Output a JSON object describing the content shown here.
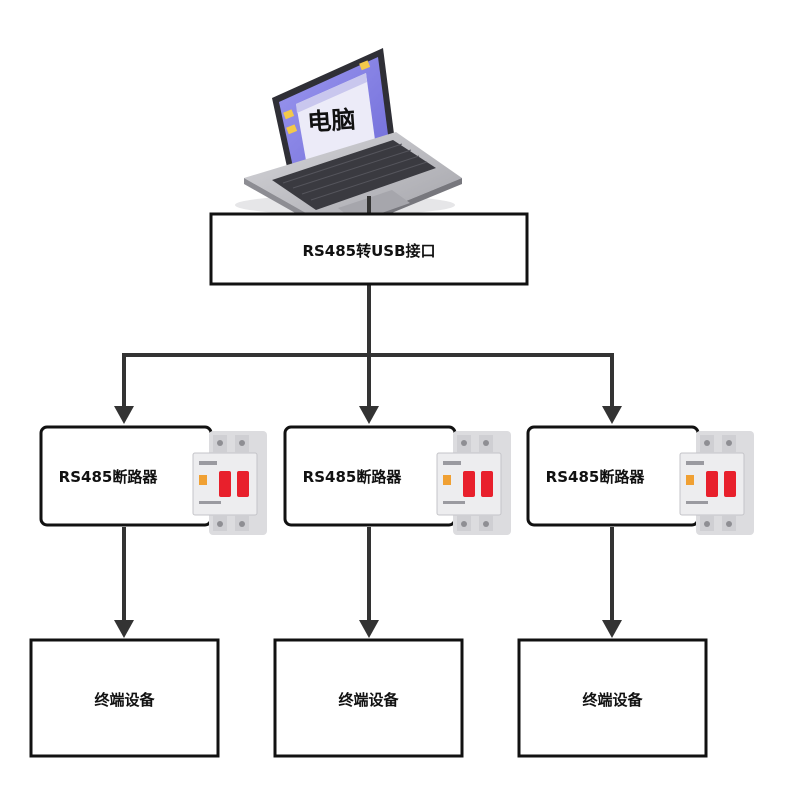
{
  "computer": {
    "label": "电脑",
    "icon": "laptop-icon"
  },
  "interface": {
    "label": "RS485转USB接口"
  },
  "breakers": [
    {
      "label": "RS485断路器",
      "icon": "circuit-breaker-icon"
    },
    {
      "label": "RS485断路器",
      "icon": "circuit-breaker-icon"
    },
    {
      "label": "RS485断路器",
      "icon": "circuit-breaker-icon"
    }
  ],
  "devices": [
    {
      "label": "终端设备"
    },
    {
      "label": "终端设备"
    },
    {
      "label": "终端设备"
    }
  ],
  "colors": {
    "line": "#333333",
    "box_border": "#111111",
    "screen": "#8a86e6",
    "laptop_body": "#b9b9bd",
    "keyboard": "#3a3a40",
    "breaker_red": "#e8202c",
    "breaker_body": "#ededef"
  }
}
